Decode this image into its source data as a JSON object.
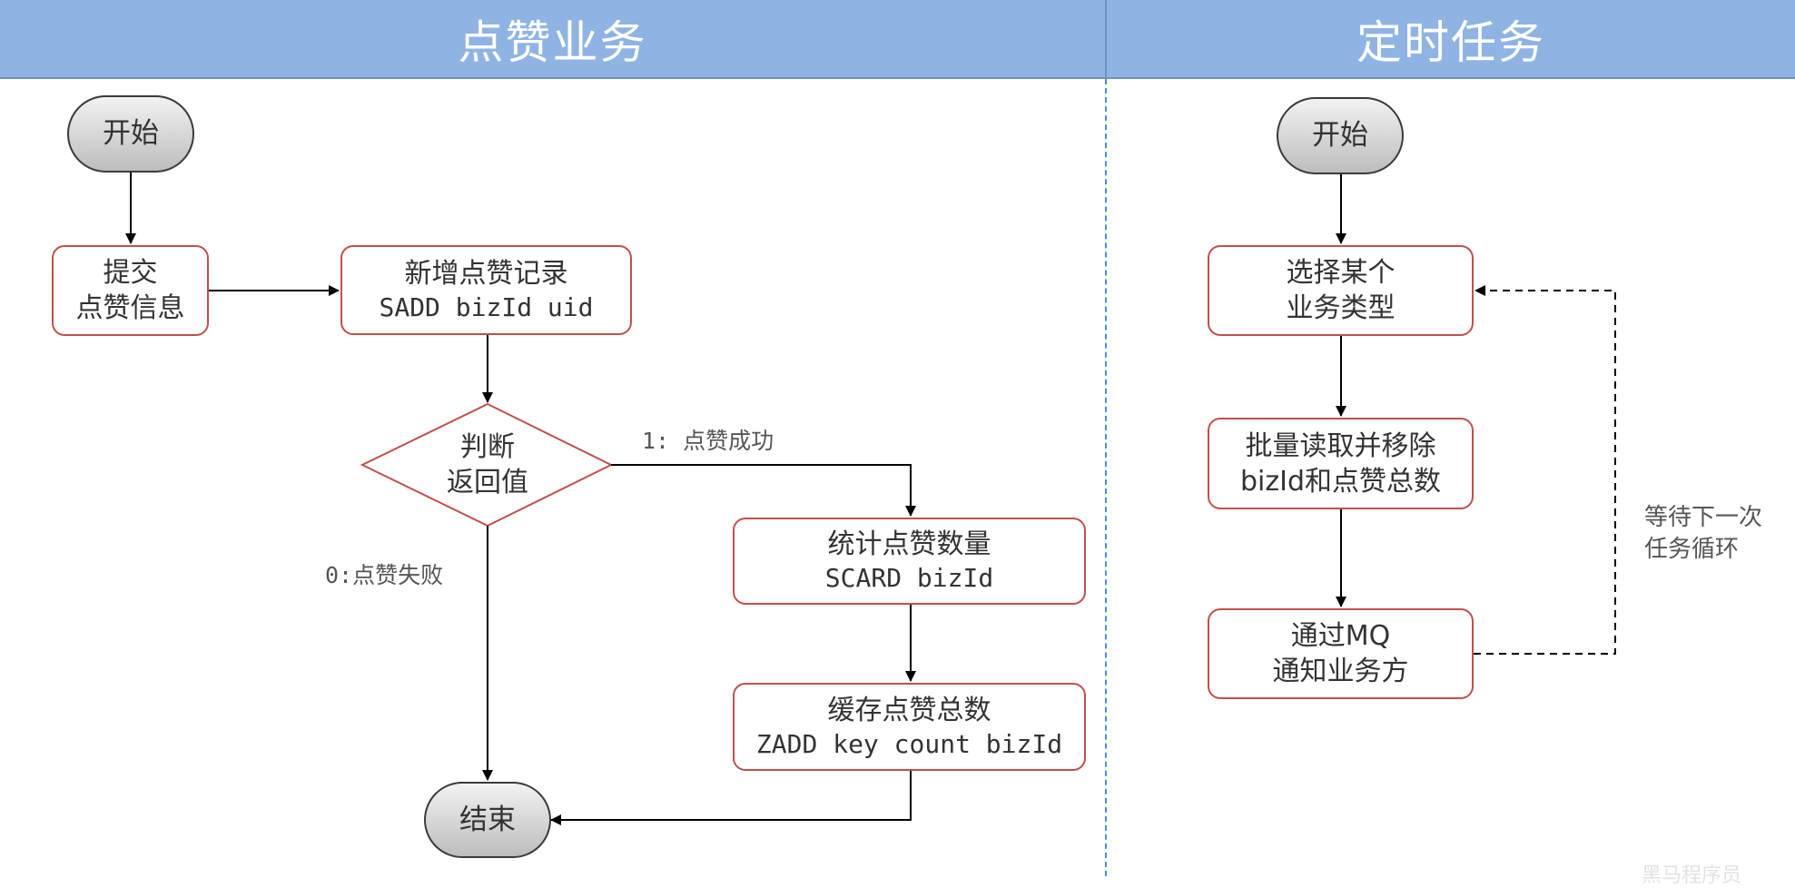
{
  "lanes": {
    "left_title": "点赞业务",
    "right_title": "定时任务"
  },
  "left": {
    "start": "开始",
    "submit": [
      "提交",
      "点赞信息"
    ],
    "add_record": [
      "新增点赞记录",
      "SADD bizId uid"
    ],
    "judge": [
      "判断",
      "返回值"
    ],
    "success_label": "1: 点赞成功",
    "fail_label": "0:点赞失败",
    "count": [
      "统计点赞数量",
      "SCARD bizId"
    ],
    "cache": [
      "缓存点赞总数",
      "ZADD key count bizId"
    ],
    "end": "结束"
  },
  "right": {
    "start": "开始",
    "choose": [
      "选择某个",
      "业务类型"
    ],
    "batch": [
      "批量读取并移除",
      "bizId和点赞总数"
    ],
    "notify": [
      "通过MQ",
      "通知业务方"
    ],
    "loop_label": [
      "等待下一次",
      "任务循环"
    ]
  },
  "watermark": "黑马程序员",
  "colors": {
    "header_bg": "#8fb4e3",
    "process_border": "#c0504d",
    "lane_divider": "#4a90d9"
  }
}
